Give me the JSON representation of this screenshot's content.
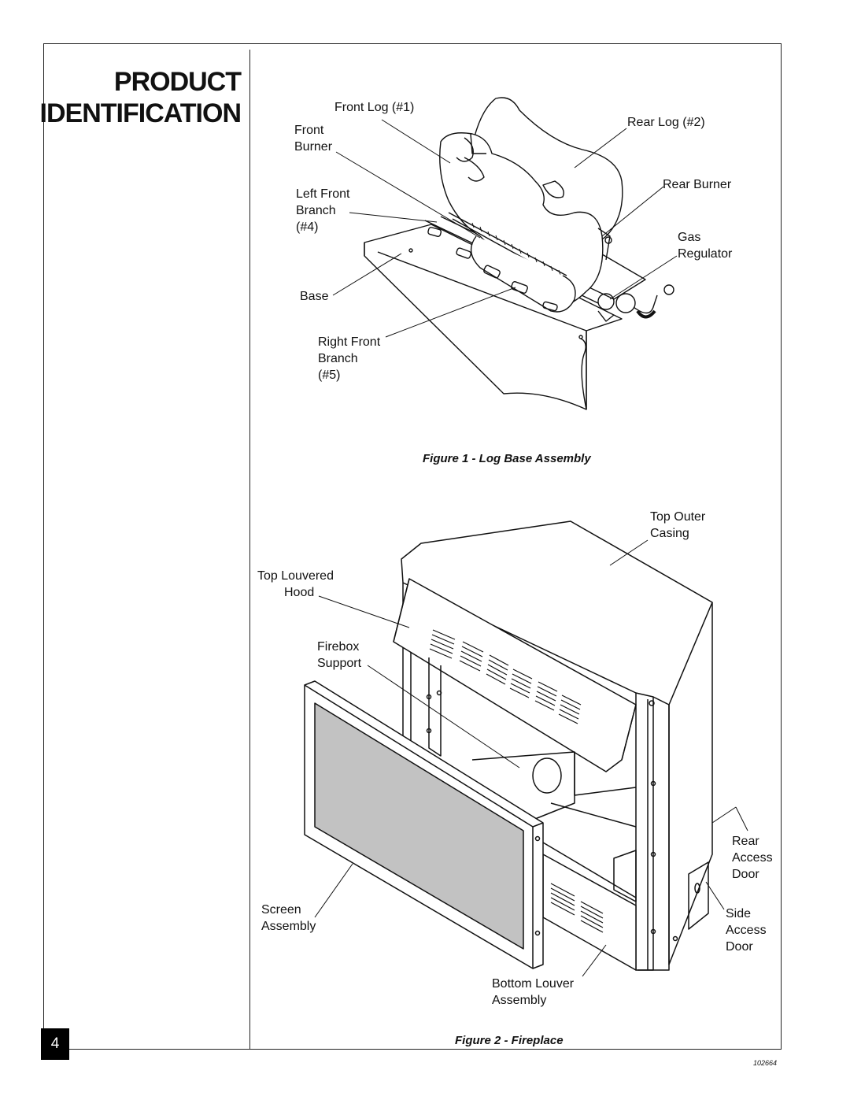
{
  "heading": {
    "line1": "PRODUCT",
    "line2": "IDENTIFICATION"
  },
  "page_number": "4",
  "doc_number": "102664",
  "figure1": {
    "caption": "Figure 1 - Log Base Assembly",
    "labels": {
      "front_log": "Front Log (#1)",
      "front_burner_1": "Front",
      "front_burner_2": "Burner",
      "left_front_branch_1": "Left Front",
      "left_front_branch_2": "Branch",
      "left_front_branch_3": "(#4)",
      "base": "Base",
      "right_front_branch_1": "Right Front",
      "right_front_branch_2": "Branch",
      "right_front_branch_3": "(#5)",
      "rear_log": "Rear Log (#2)",
      "rear_burner": "Rear Burner",
      "gas_regulator_1": "Gas",
      "gas_regulator_2": "Regulator"
    }
  },
  "figure2": {
    "caption": "Figure 2 - Fireplace",
    "labels": {
      "top_outer_casing_1": "Top Outer",
      "top_outer_casing_2": "Casing",
      "top_louvered_hood_1": "Top Louvered",
      "top_louvered_hood_2": "Hood",
      "firebox_support_1": "Firebox",
      "firebox_support_2": "Support",
      "screen_assembly_1": "Screen",
      "screen_assembly_2": "Assembly",
      "rear_access_door_1": "Rear",
      "rear_access_door_2": "Access",
      "rear_access_door_3": "Door",
      "side_access_door_1": "Side",
      "side_access_door_2": "Access",
      "side_access_door_3": "Door",
      "bottom_louver_1": "Bottom Louver",
      "bottom_louver_2": "Assembly"
    }
  }
}
